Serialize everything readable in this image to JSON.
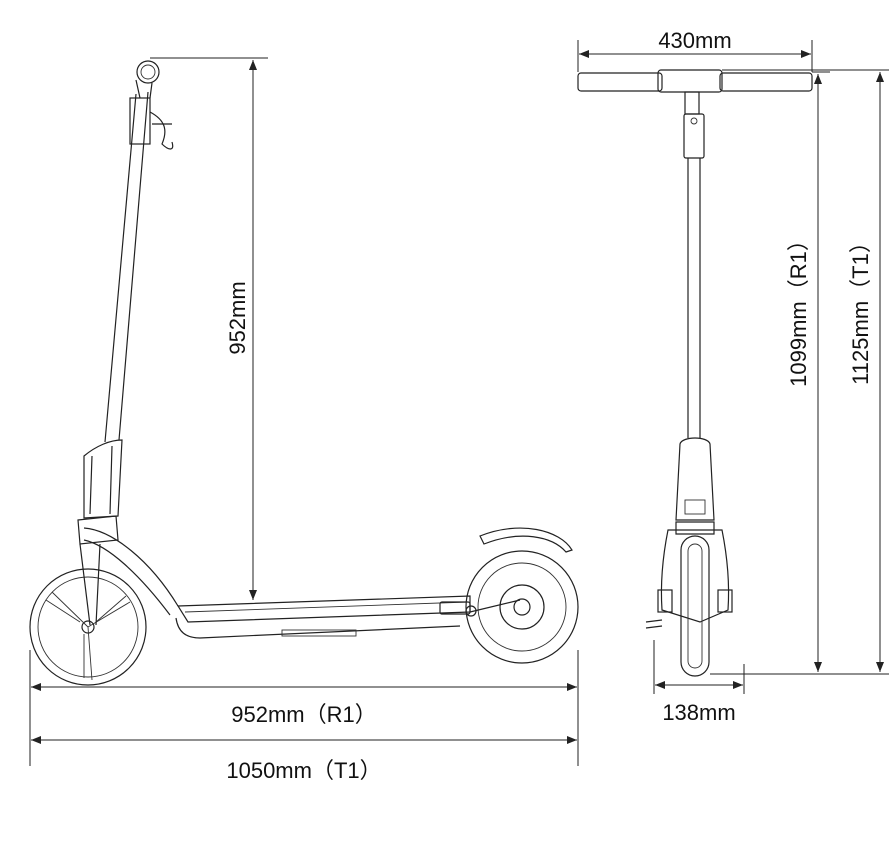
{
  "dimensions": {
    "handlebar_width": "430mm",
    "stem_height": "952mm",
    "height_r1": "1099mm（R1）",
    "height_t1": "1125mm（T1）",
    "deck_width": "138mm",
    "length_r1": "952mm（R1）",
    "length_t1": "1050mm（T1）"
  }
}
